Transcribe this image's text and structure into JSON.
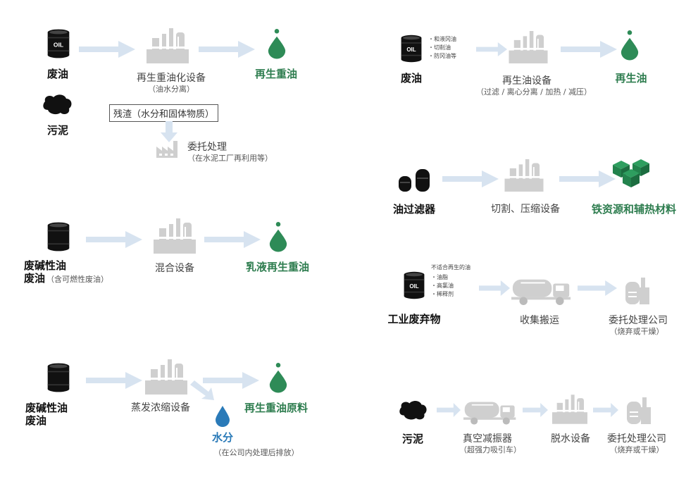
{
  "colors": {
    "arrow": "#d7e3f0",
    "plant": "#cfcfcf",
    "green": "#2e8b57",
    "drum": "#111111",
    "blue": "#2a7ab8"
  },
  "icons": [
    "oil-drum-icon",
    "sludge-icon",
    "refinery-plant-icon",
    "oil-drop-icon",
    "water-drop-icon",
    "factory-icon",
    "tank-truck-icon",
    "filter-tanks-icon",
    "cubes-icon",
    "storage-building-icon"
  ],
  "drum_text": "OIL",
  "flow1": {
    "source": "废油",
    "source2": "污泥",
    "equip": "再生重油化设备",
    "equip_sub": "（油水分离）",
    "product": "再生重油",
    "residue": "残渣（水分和固体物质）",
    "consign": "委托处理",
    "consign_sub": "（在水泥工厂再利用等）"
  },
  "flow2": {
    "source": "废碱性油",
    "source2": "废油",
    "source2_sub": "（含可燃性废油）",
    "equip": "混合设备",
    "product": "乳液再生重油"
  },
  "flow3": {
    "source": "废碱性油",
    "source2": "废油",
    "equip": "蒸发浓缩设备",
    "product": "再生重油原料",
    "water": "水分",
    "water_sub": "（在公司内处理后排放）"
  },
  "flow4": {
    "bullets": [
      "・和液冈油",
      "・切削油",
      "・防冈油等"
    ],
    "source": "废油",
    "equip": "再生油设备",
    "equip_sub": "（过滤 / 离心分离 / 加热 / 减压）",
    "product": "再生油"
  },
  "flow5": {
    "source": "油过滤器",
    "equip": "切割、压缩设备",
    "product": "铁资源和辅热材料"
  },
  "flow6": {
    "note": "不适合再生的油",
    "bullets": [
      "・油脂",
      "・高氯油",
      "・稀释剂"
    ],
    "source": "工业废弃物",
    "equip": "收集搬运",
    "product": "委托处理公司",
    "product_sub": "（烧弃或干燥）"
  },
  "flow7": {
    "source": "污泥",
    "truck": "真空减振器",
    "truck_sub": "（超强力吸引车）",
    "equip": "脱水设备",
    "product": "委托处理公司",
    "product_sub": "（烧弃或干燥）"
  }
}
